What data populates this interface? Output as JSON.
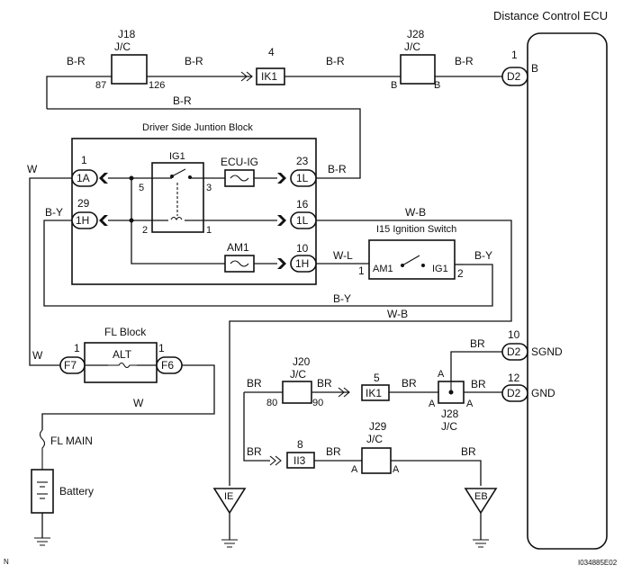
{
  "ecu_title": "Distance Control ECU",
  "ecu_pins": {
    "b": {
      "num": "1",
      "conn": "D2",
      "name": "B"
    },
    "sgnd": {
      "num": "10",
      "conn": "D2",
      "name": "SGND"
    },
    "gnd": {
      "num": "12",
      "conn": "D2",
      "name": "GND"
    }
  },
  "j18": {
    "name": "J18",
    "type": "J/C",
    "left": "87",
    "right": "126"
  },
  "ik1_top": {
    "num": "4",
    "conn": "IK1"
  },
  "j28_top": {
    "name": "J28",
    "type": "J/C",
    "left": "B",
    "right": "B"
  },
  "wire_colors": {
    "br": "B-R",
    "br2": "B-R",
    "br3": "B-R",
    "br4": "B-R",
    "br5": "B-R",
    "br6": "B-R",
    "w1": "W",
    "w2": "W",
    "w3": "W",
    "by1": "B-Y",
    "by2": "B-Y",
    "by3": "B-Y",
    "wb1": "W-B",
    "wb2": "W-B",
    "wl": "W-L",
    "brn1": "BR",
    "brn2": "BR",
    "brn3": "BR",
    "brn4": "BR",
    "brn5": "BR",
    "brn6": "BR",
    "brn7": "BR",
    "brn8": "BR"
  },
  "djb": {
    "title": "Driver Side Juntion Block",
    "ig1": "IG1",
    "ecu_ig": "ECU-IG",
    "am1": "AM1",
    "pins": {
      "p1a": {
        "num": "1",
        "conn": "1A"
      },
      "p1h": {
        "num": "29",
        "conn": "1H"
      },
      "p1l_top": {
        "num": "23",
        "conn": "1L"
      },
      "p1l_mid": {
        "num": "16",
        "conn": "1L"
      },
      "p1h_bot": {
        "num": "10",
        "conn": "1H"
      }
    },
    "relay_pins": {
      "r5": "5",
      "r3": "3",
      "r2": "2",
      "r1": "1"
    }
  },
  "ign": {
    "title": "I15 Ignition Switch",
    "am1": "AM1",
    "ig1": "IG1",
    "pin_left": "1",
    "pin_right": "2"
  },
  "fl_block": {
    "title": "FL Block",
    "alt": "ALT",
    "left_num": "1",
    "left_conn": "F7",
    "right_num": "1",
    "right_conn": "F6"
  },
  "fl_main": "FL MAIN",
  "battery": "Battery",
  "j20": {
    "name": "J20",
    "type": "J/C",
    "left": "80",
    "right": "90"
  },
  "ik1_bot": {
    "num": "5",
    "conn": "IK1"
  },
  "j28_bot": {
    "pin_a_top": "A",
    "pin_a_left": "A",
    "pin_a_right": "A",
    "name": "J28",
    "type": "J/C"
  },
  "ii3": {
    "num": "8",
    "conn": "II3"
  },
  "j29": {
    "name": "J29",
    "type": "J/C",
    "left": "A",
    "right": "A"
  },
  "grounds": {
    "ie": "IE",
    "eb": "EB"
  },
  "footer": {
    "left": "N",
    "right": "I034885E02"
  }
}
